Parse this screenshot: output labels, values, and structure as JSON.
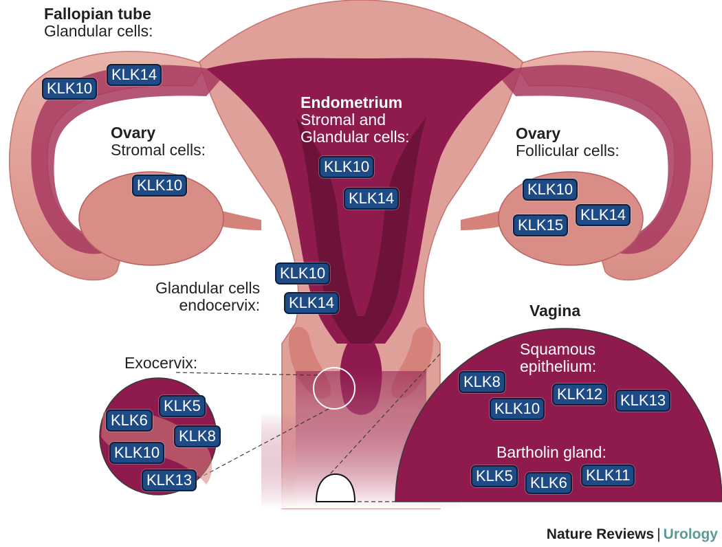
{
  "colors": {
    "tissue_outer": "#e7aba3",
    "tissue_mid": "#d4827a",
    "endometrium": "#8e1a4e",
    "cavity": "#6d1238",
    "tag_fill": "#1e4a86",
    "credit_accent": "#5c9a96"
  },
  "fallopian_tube": {
    "title": "Fallopian tube",
    "subtitle": "Glandular cells:",
    "tags": [
      "KLK14",
      "KLK10"
    ]
  },
  "ovary_left": {
    "title": "Ovary",
    "subtitle": "Stromal cells:",
    "tags": [
      "KLK10"
    ]
  },
  "endometrium": {
    "title": "Endometrium",
    "line1": "Stromal and",
    "line2": "Glandular cells:",
    "tags": [
      "KLK10",
      "KLK14"
    ]
  },
  "ovary_right": {
    "title": "Ovary",
    "subtitle": "Follicular cells:",
    "tags": [
      "KLK10",
      "KLK14",
      "KLK15"
    ]
  },
  "endocervix": {
    "line1": "Glandular cells",
    "line2": "endocervix:",
    "tags": [
      "KLK10",
      "KLK14"
    ]
  },
  "exocervix": {
    "title": "Exocervix:",
    "tags": [
      "KLK5",
      "KLK6",
      "KLK8",
      "KLK10",
      "KLK13"
    ]
  },
  "vagina": {
    "title": "Vagina",
    "squamous_line1": "Squamous",
    "squamous_line2": "epithelium:",
    "squamous_tags": [
      "KLK8",
      "KLK12",
      "KLK13",
      "KLK10"
    ],
    "bartholin_title": "Bartholin gland:",
    "bartholin_tags": [
      "KLK5",
      "KLK11",
      "KLK6"
    ]
  },
  "credit": {
    "publisher": "Nature Reviews",
    "journal": "Urology"
  }
}
